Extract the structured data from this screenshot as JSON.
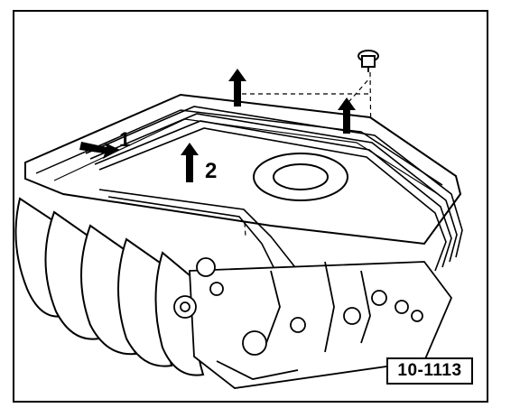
{
  "figure": {
    "reference_number": "10-1113",
    "callouts": [
      {
        "label": "1"
      },
      {
        "label": "2"
      }
    ],
    "icons": [
      "arrow-right-icon",
      "arrow-up-icon",
      "bolt-icon"
    ],
    "colors": {
      "ink": "#000000",
      "paper": "#ffffff"
    }
  }
}
